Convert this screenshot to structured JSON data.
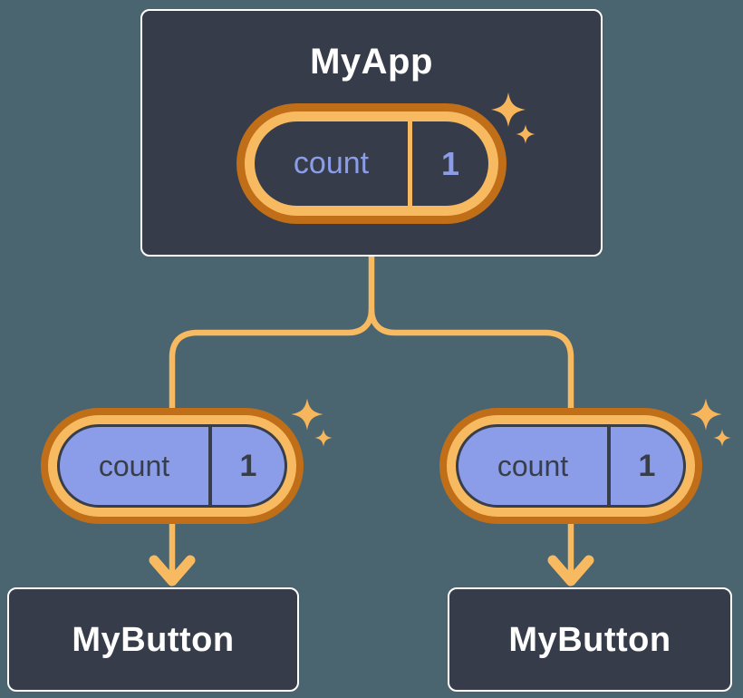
{
  "colors": {
    "bg": "#4A656F",
    "box-fill": "#363C49",
    "box-border": "#FFFFFF",
    "ring-dark": "#C06E17",
    "ring-light": "#F8BA61",
    "accent-purple": "#8B9DE8",
    "navy": "#373E4A",
    "text-white": "#FFFFFF",
    "sparkle": "#F7B65C"
  },
  "icons": {
    "sparkle": "four-point-star",
    "arrow": "arrow-down"
  },
  "diagram": {
    "root": {
      "title": "MyApp",
      "state": {
        "name": "count",
        "value": "1"
      }
    },
    "children": [
      {
        "title": "MyButton",
        "prop": {
          "name": "count",
          "value": "1"
        }
      },
      {
        "title": "MyButton",
        "prop": {
          "name": "count",
          "value": "1"
        }
      }
    ]
  }
}
